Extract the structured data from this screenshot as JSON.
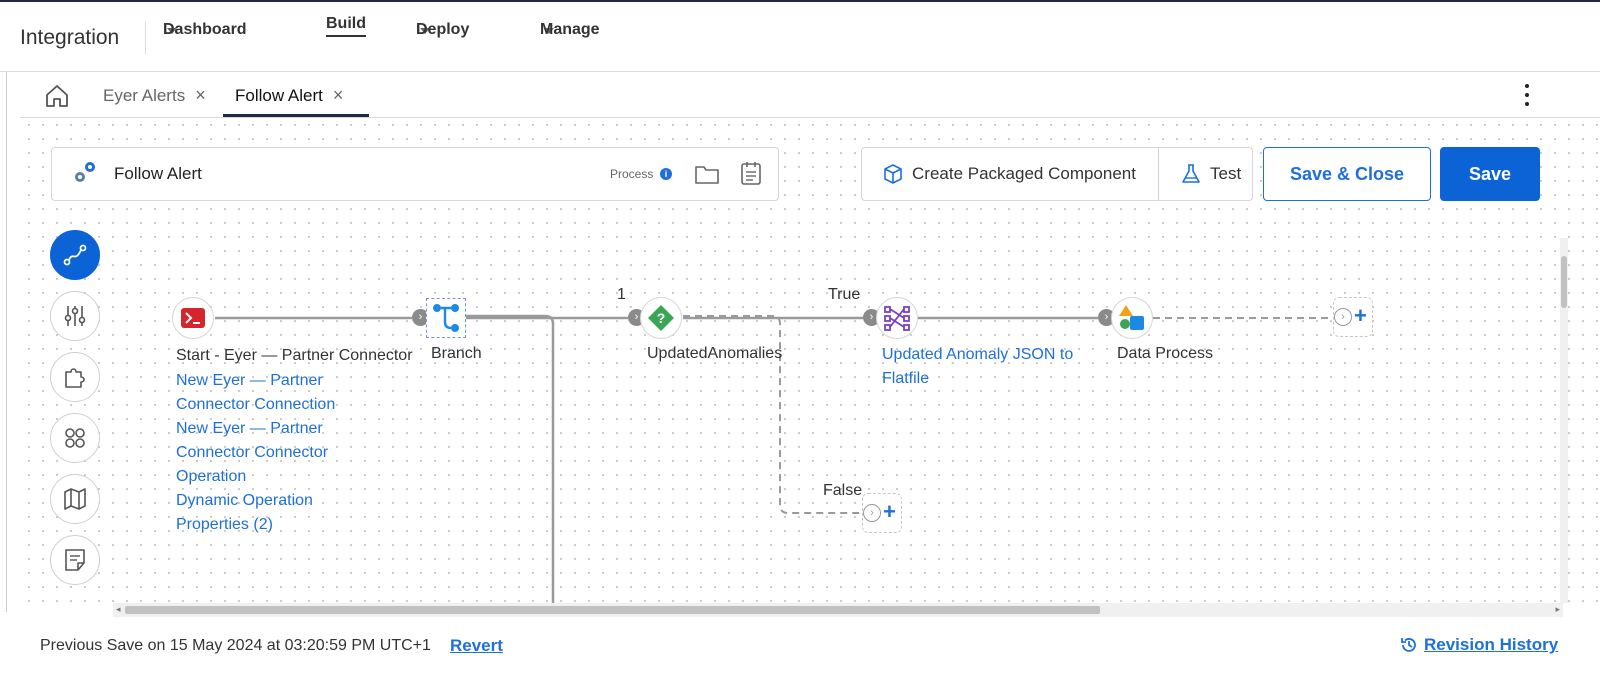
{
  "topnav": {
    "brand": "Integration",
    "items": [
      {
        "label": "Dashboard",
        "has_caret": true
      },
      {
        "label": "Build",
        "active": true
      },
      {
        "label": "Deploy",
        "has_caret": true
      },
      {
        "label": "Manage",
        "has_caret": true
      }
    ]
  },
  "tabs": [
    {
      "label": "Eyer Alerts",
      "close": "×"
    },
    {
      "label": "Follow Alert",
      "close": "×",
      "active": true
    }
  ],
  "process": {
    "title": "Follow Alert",
    "type_label": "Process",
    "info": "i"
  },
  "actions": {
    "create_packaged": "Create Packaged Component",
    "test": "Test",
    "save_close": "Save & Close",
    "save": "Save"
  },
  "palette_icons": [
    "connector-icon",
    "settings-sliders-icon",
    "puzzle-icon",
    "shapes-icon",
    "map-icon",
    "notes-icon"
  ],
  "flow": {
    "start": {
      "label": "Start - Eyer — Partner Connector",
      "links": [
        "New Eyer — Partner",
        "Connector Connection",
        "New Eyer — Partner",
        "Connector Connector",
        "Operation",
        "Dynamic Operation",
        "Properties (2)"
      ]
    },
    "branch": {
      "label": "Branch",
      "path_number": "1"
    },
    "decision": {
      "label": "UpdatedAnomalies",
      "true_label": "True",
      "false_label": "False"
    },
    "map": {
      "line1": "Updated Anomaly JSON to",
      "line2": "Flatfile"
    },
    "data_process": {
      "label": "Data Process"
    },
    "add_plus": "+",
    "connector_glyph": "›"
  },
  "footer": {
    "previous_save": "Previous Save on 15 May 2024 at 03:20:59 PM UTC+1",
    "revert": "Revert",
    "revision_history": "Revision History"
  },
  "colors": {
    "accent": "#0b63d6",
    "link": "#1e6fd9",
    "header_border": "#1f2a44"
  }
}
